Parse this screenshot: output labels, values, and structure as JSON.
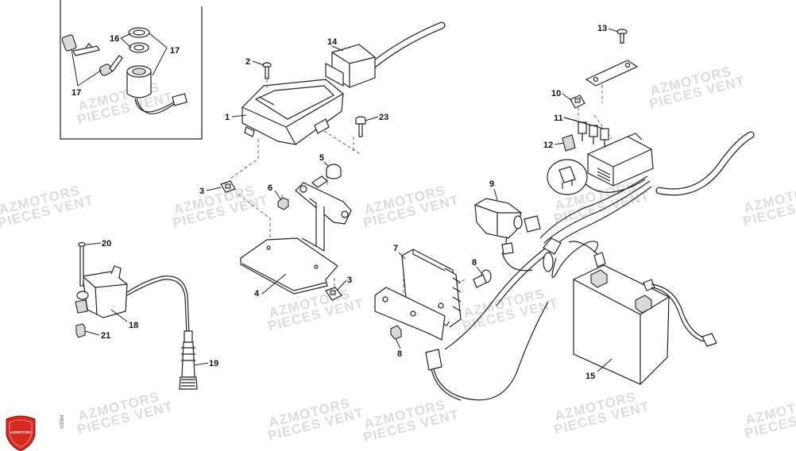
{
  "watermark": {
    "line1": "AZMOTORS",
    "line2": "PIECES VENT"
  },
  "logo": {
    "text": "AZMOTORS",
    "color": "#d62a20"
  },
  "drawing_code": "V0084",
  "callouts": [
    {
      "id": "c1",
      "label": "1"
    },
    {
      "id": "c2",
      "label": "2"
    },
    {
      "id": "c3a",
      "label": "3"
    },
    {
      "id": "c3b",
      "label": "3"
    },
    {
      "id": "c4",
      "label": "4"
    },
    {
      "id": "c5",
      "label": "5"
    },
    {
      "id": "c6",
      "label": "6"
    },
    {
      "id": "c7",
      "label": "7"
    },
    {
      "id": "c8a",
      "label": "8"
    },
    {
      "id": "c8b",
      "label": "8"
    },
    {
      "id": "c9",
      "label": "9"
    },
    {
      "id": "c10",
      "label": "10"
    },
    {
      "id": "c11",
      "label": "11"
    },
    {
      "id": "c12",
      "label": "12"
    },
    {
      "id": "c13",
      "label": "13"
    },
    {
      "id": "c14",
      "label": "14"
    },
    {
      "id": "c15",
      "label": "15"
    },
    {
      "id": "c16",
      "label": "16"
    },
    {
      "id": "c17a",
      "label": "17"
    },
    {
      "id": "c17b",
      "label": "17"
    },
    {
      "id": "c18",
      "label": "18"
    },
    {
      "id": "c19",
      "label": "19"
    },
    {
      "id": "c20",
      "label": "20"
    },
    {
      "id": "c21",
      "label": "21"
    },
    {
      "id": "c23",
      "label": "23"
    }
  ]
}
